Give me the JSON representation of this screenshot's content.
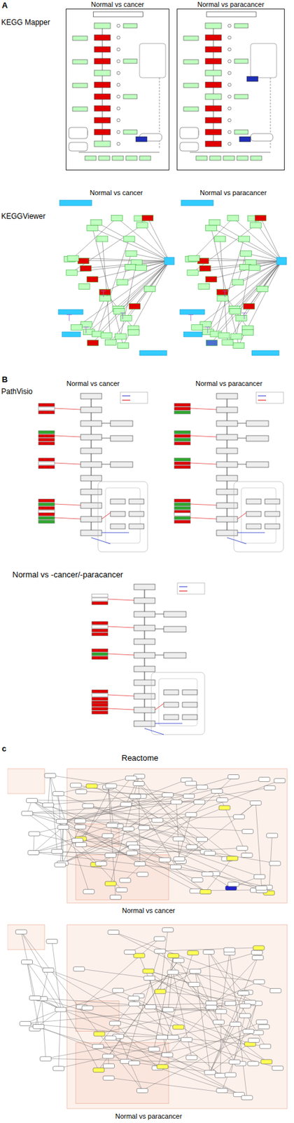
{
  "diagram": {
    "nodes": [
      {
        "text": [
          "Normal vs cancer"
        ]
      },
      {
        "text": [
          "Normal vs paracancer"
        ]
      },
      {
        "text": [
          "Normal vs cancer"
        ]
      },
      {
        "text": [
          "Normal vs paracancer"
        ]
      },
      {
        "text": [
          "Normal vs cancer"
        ]
      },
      {
        "text": [
          "Normal vs paracancer"
        ]
      },
      {
        "text": [
          "Normal vs -cancer/-paracancer"
        ]
      },
      {
        "text": [
          "Normal vs cancer"
        ]
      },
      {
        "text": [
          "Normal vs paracancer"
        ]
      }
    ],
    "labels": [
      "A",
      "KEGG Mapper",
      "KEGGViewer",
      "B",
      "PathVisio",
      "c",
      "Reactome"
    ]
  }
}
